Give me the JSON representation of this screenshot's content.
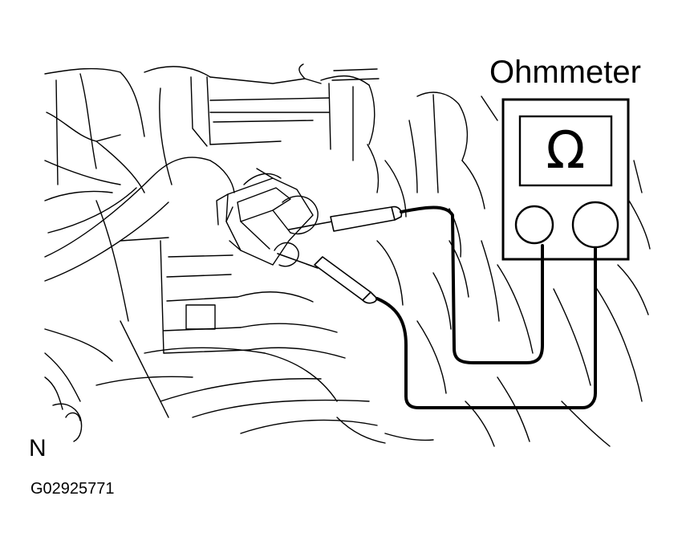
{
  "labels": {
    "meter_title": "Ohmmeter",
    "meter_symbol": "Ω",
    "corner_letter": "N",
    "figure_code": "G02925771"
  },
  "colors": {
    "line": "#000000",
    "background": "#ffffff"
  }
}
